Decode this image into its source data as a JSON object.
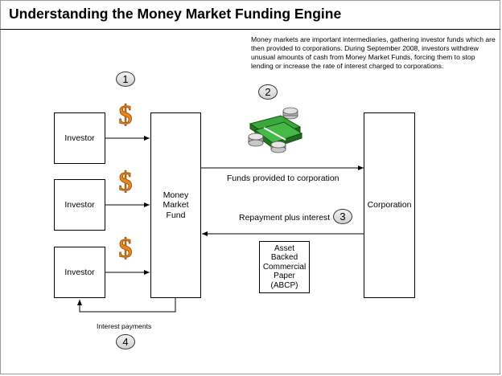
{
  "title": "Understanding the Money Market Funding Engine",
  "description": "Money markets are important intermediaries, gathering investor funds which are then provided to corporations. During September 2008, investors withdrew unusual amounts of cash from Money Market Funds, forcing them to stop lending or increase the rate of interest charged to corporations.",
  "steps": [
    "1",
    "2",
    "3",
    "4"
  ],
  "nodes": {
    "investor": "Investor",
    "fund": [
      "Money",
      "Market",
      "Fund"
    ],
    "corporation": "Corporation",
    "abcp": [
      "Asset",
      "Backed",
      "Commercial",
      "Paper",
      "(ABCP)"
    ]
  },
  "flows": {
    "funds": "Funds provided to corporation",
    "repayment": "Repayment plus interest",
    "interest": "Interest payments"
  },
  "icons": {
    "dollar": "dollar-sign-icon",
    "money": "money-stack-icon"
  },
  "colors": {
    "dollar_orange": "#e8851c",
    "money_green": "#2e9b2e",
    "coin_gray": "#b0b0b0"
  }
}
